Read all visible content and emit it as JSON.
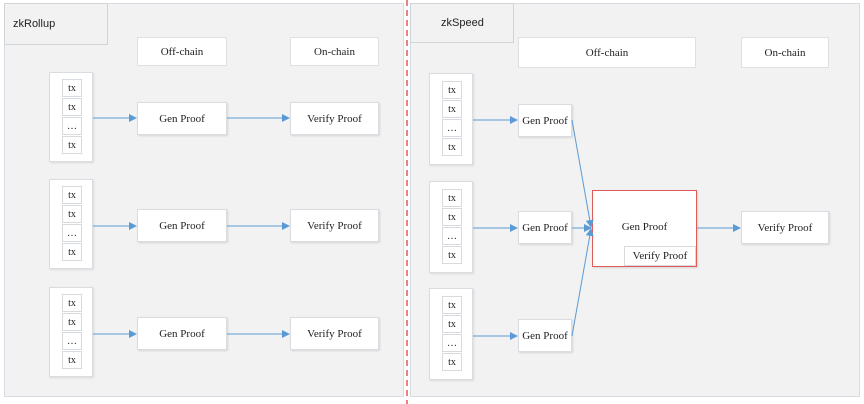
{
  "left": {
    "title": "zkRollup",
    "offchain_label": "Off-chain",
    "onchain_label": "On-chain",
    "rows": [
      {
        "txs": [
          "tx",
          "tx",
          "…",
          "tx"
        ],
        "gen": "Gen Proof",
        "verify": "Verify Proof"
      },
      {
        "txs": [
          "tx",
          "tx",
          "…",
          "tx"
        ],
        "gen": "Gen Proof",
        "verify": "Verify Proof"
      },
      {
        "txs": [
          "tx",
          "tx",
          "…",
          "tx"
        ],
        "gen": "Gen Proof",
        "verify": "Verify Proof"
      }
    ]
  },
  "right": {
    "title": "zkSpeed",
    "offchain_label": "Off-chain",
    "onchain_label": "On-chain",
    "rows": [
      {
        "txs": [
          "tx",
          "tx",
          "…",
          "tx"
        ],
        "gen": "Gen Proof"
      },
      {
        "txs": [
          "tx",
          "tx",
          "…",
          "tx"
        ],
        "gen": "Gen Proof"
      },
      {
        "txs": [
          "tx",
          "tx",
          "…",
          "tx"
        ],
        "gen": "Gen Proof"
      }
    ],
    "aggregate": {
      "title": "Gen Proof",
      "sub": "Verify Proof"
    },
    "final_verify": "Verify Proof"
  },
  "colors": {
    "arrow": "#5b9bd5",
    "divider": "#e05a5a",
    "aggregate_border": "#e05a5a",
    "panel": "#f2f2f2"
  }
}
